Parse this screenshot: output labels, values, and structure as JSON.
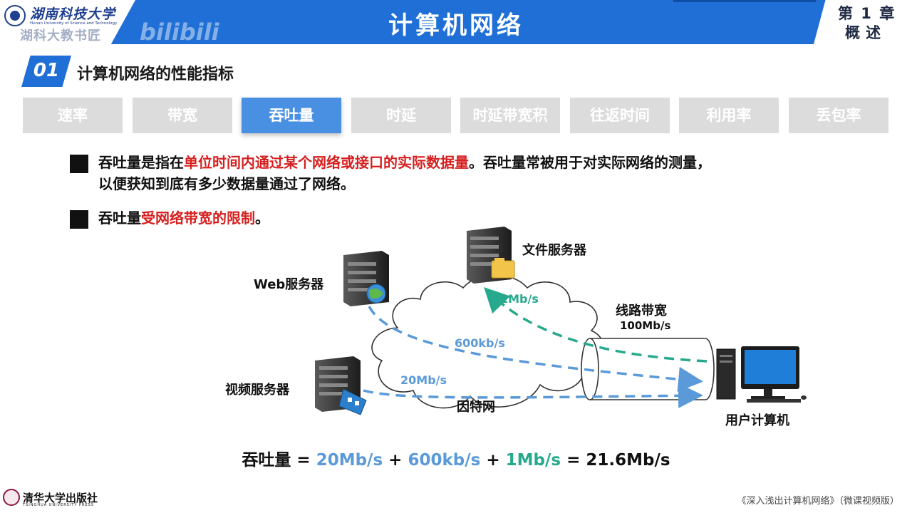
{
  "header": {
    "university_name": "湖南科技大学",
    "university_en": "Hunan University of Science and Technology",
    "watermark": "湖科大教书匠",
    "video_site": "bilibili",
    "title": "计算机网络",
    "chapter_number": "第 1 章",
    "chapter_name": "概述",
    "brand_color": "#1f6fd6"
  },
  "section": {
    "number": "01",
    "title": "计算机网络的性能指标"
  },
  "tabs": [
    {
      "label": "速率",
      "active": false
    },
    {
      "label": "带宽",
      "active": false
    },
    {
      "label": "吞吐量",
      "active": true
    },
    {
      "label": "时延",
      "active": false
    },
    {
      "label": "时延带宽积",
      "active": false
    },
    {
      "label": "往返时间",
      "active": false
    },
    {
      "label": "利用率",
      "active": false
    },
    {
      "label": "丢包率",
      "active": false
    }
  ],
  "bullets": {
    "b1_part1": "吞吐量是指在",
    "b1_red": "单位时间内通过某个网络或接口的实际数据量",
    "b1_part2": "。吞吐量常被用于对实际网络的测量，",
    "b1_line2": "以便获知到底有多少数据量通过了网络。",
    "b2_part1": "吞吐量",
    "b2_red": "受网络带宽的限制",
    "b2_part2": "。"
  },
  "diagram": {
    "file_server": "文件服务器",
    "web_server": "Web服务器",
    "video_server": "视频服务器",
    "internet": "因特网",
    "user_computer": "用户计算机",
    "link_bandwidth_label": "线路带宽",
    "link_bandwidth_value": "100Mb/s",
    "rate_file": "1Mb/s",
    "rate_web": "600kb/s",
    "rate_video": "20Mb/s",
    "color_blue": "#5b9ad8",
    "color_green": "#27a98d"
  },
  "formula": {
    "label": "吞吐量",
    "eq": " = ",
    "term1": "20Mb/s",
    "plus1": " + ",
    "term2": "600kb/s",
    "plus2": " + ",
    "term3": "1Mb/s",
    "eq2": " = ",
    "result": "21.6Mb/s"
  },
  "footer": {
    "press": "清华大学出版社",
    "press_en": "TSINGHUA UNIVERSITY PRESS",
    "book": "《深入浅出计算机网络》（微课视频版）"
  }
}
